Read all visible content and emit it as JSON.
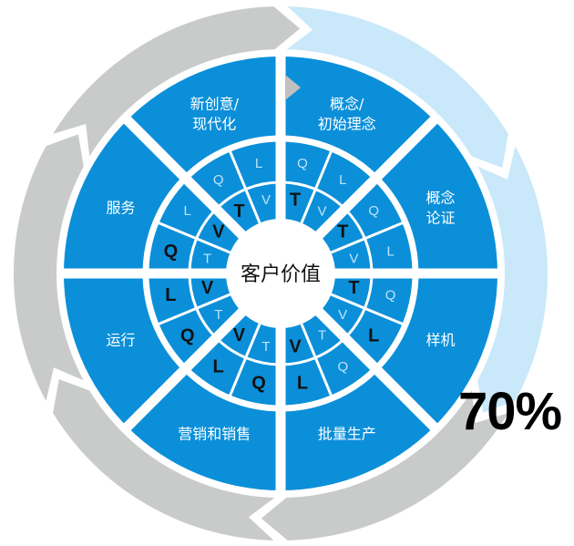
{
  "colors": {
    "blue": "#0b8fd9",
    "light_blue": "#c9e8fa",
    "gray": "#c9caca",
    "bold_letter": "#111111",
    "light_letter": "#bfe3f8",
    "pointer": "#c0c0c0"
  },
  "center_title": "客户价值",
  "percent_label": "70%",
  "progress_fraction": 0.33,
  "segments": [
    {
      "lines": [
        "概念/",
        "初始理念"
      ]
    },
    {
      "lines": [
        "概念",
        "论证"
      ]
    },
    {
      "lines": [
        "样机"
      ]
    },
    {
      "lines": [
        "批量生产"
      ]
    },
    {
      "lines": [
        "营销和销售"
      ]
    },
    {
      "lines": [
        "运行"
      ]
    },
    {
      "lines": [
        "服务"
      ]
    },
    {
      "lines": [
        "新创意/",
        "现代化"
      ]
    }
  ],
  "cells": [
    {
      "inner": [
        {
          "t": "T",
          "b": true
        },
        {
          "t": "V",
          "b": false
        }
      ],
      "outer": [
        {
          "t": "Q",
          "b": false
        },
        {
          "t": "L",
          "b": false
        }
      ]
    },
    {
      "inner": [
        {
          "t": "T",
          "b": true
        },
        {
          "t": "V",
          "b": false
        }
      ],
      "outer": [
        {
          "t": "Q",
          "b": false
        },
        {
          "t": "L",
          "b": false
        }
      ]
    },
    {
      "inner": [
        {
          "t": "T",
          "b": true
        },
        {
          "t": "V",
          "b": false
        }
      ],
      "outer": [
        {
          "t": "Q",
          "b": false
        },
        {
          "t": "L",
          "b": true
        }
      ]
    },
    {
      "inner": [
        {
          "t": "T",
          "b": false
        },
        {
          "t": "V",
          "b": true
        }
      ],
      "outer": [
        {
          "t": "Q",
          "b": false
        },
        {
          "t": "L",
          "b": true
        }
      ]
    },
    {
      "inner": [
        {
          "t": "T",
          "b": false
        },
        {
          "t": "V",
          "b": true
        }
      ],
      "outer": [
        {
          "t": "Q",
          "b": true
        },
        {
          "t": "L",
          "b": true
        }
      ]
    },
    {
      "inner": [
        {
          "t": "T",
          "b": false
        },
        {
          "t": "V",
          "b": true
        }
      ],
      "outer": [
        {
          "t": "Q",
          "b": true
        },
        {
          "t": "L",
          "b": true
        }
      ]
    },
    {
      "inner": [
        {
          "t": "T",
          "b": false
        },
        {
          "t": "V",
          "b": true
        }
      ],
      "outer": [
        {
          "t": "Q",
          "b": true
        },
        {
          "t": "L",
          "b": false
        }
      ]
    },
    {
      "inner": [
        {
          "t": "T",
          "b": true
        },
        {
          "t": "V",
          "b": false
        }
      ],
      "outer": [
        {
          "t": "Q",
          "b": false
        },
        {
          "t": "L",
          "b": false
        }
      ]
    }
  ]
}
